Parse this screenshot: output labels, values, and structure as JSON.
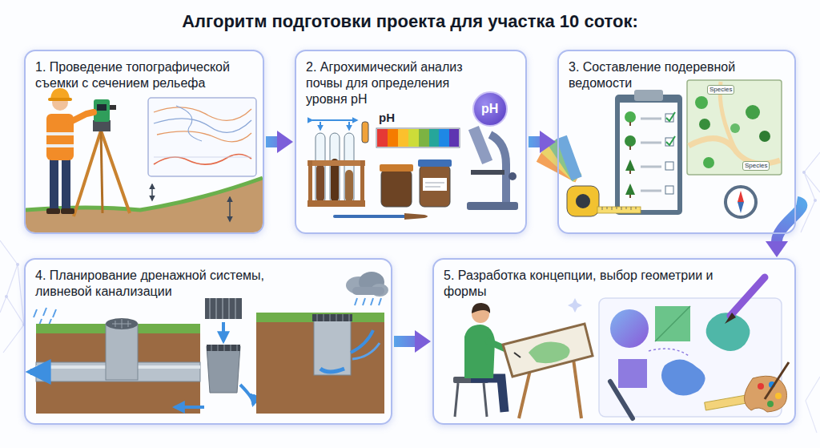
{
  "diagram": {
    "title": "Алгоритм подготовки проекта для участка 10 соток:",
    "nodes": [
      {
        "text": [
          "1. Проведение топографической съемки с сечением рельефа"
        ]
      },
      {
        "text": [
          "2. Агрохимический анализ почвы для определения уровня pH"
        ]
      },
      {
        "text": [
          "3. Составление подеревной ведомости"
        ]
      },
      {
        "text": [
          "4. Планирование дренажной системы, ливневой канализации"
        ]
      },
      {
        "text": [
          "5. Разработка концепции, выбор геометрии и формы"
        ]
      }
    ],
    "edges": [
      {
        "from": 0,
        "to": 1,
        "arrow": "to"
      },
      {
        "from": 1,
        "to": 2,
        "arrow": "to"
      },
      {
        "from": 2,
        "to": 4,
        "arrow": "to"
      },
      {
        "from": 3,
        "to": 4,
        "arrow": "to"
      }
    ],
    "labels": [
      "pH",
      "pH",
      "Species",
      "Species"
    ]
  }
}
